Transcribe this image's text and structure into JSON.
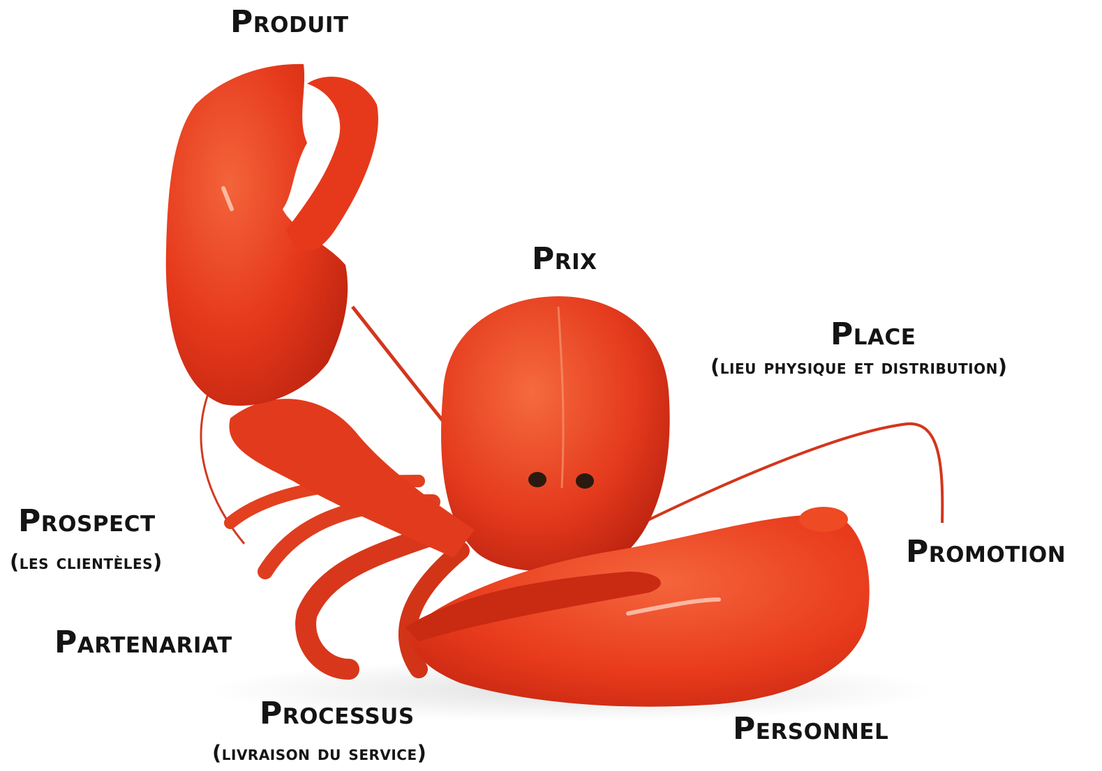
{
  "labels": {
    "produit": "Produit",
    "prix": "Prix",
    "place": "Place",
    "place_sub": "(lieu physique et distribution)",
    "prospect": "Prospect",
    "prospect_sub": "(les clientèles)",
    "promotion": "Promotion",
    "partenariat": "Partenariat",
    "processus": "Processus",
    "processus_sub": "(livraison du service)",
    "personnel": "Personnel"
  },
  "colors": {
    "background": "#ffffff",
    "text": "#141414",
    "shell": "#e8341c",
    "shell_dark": "#c22410",
    "shell_light": "#f6663f"
  },
  "photo": {
    "subject": "red lobster"
  }
}
